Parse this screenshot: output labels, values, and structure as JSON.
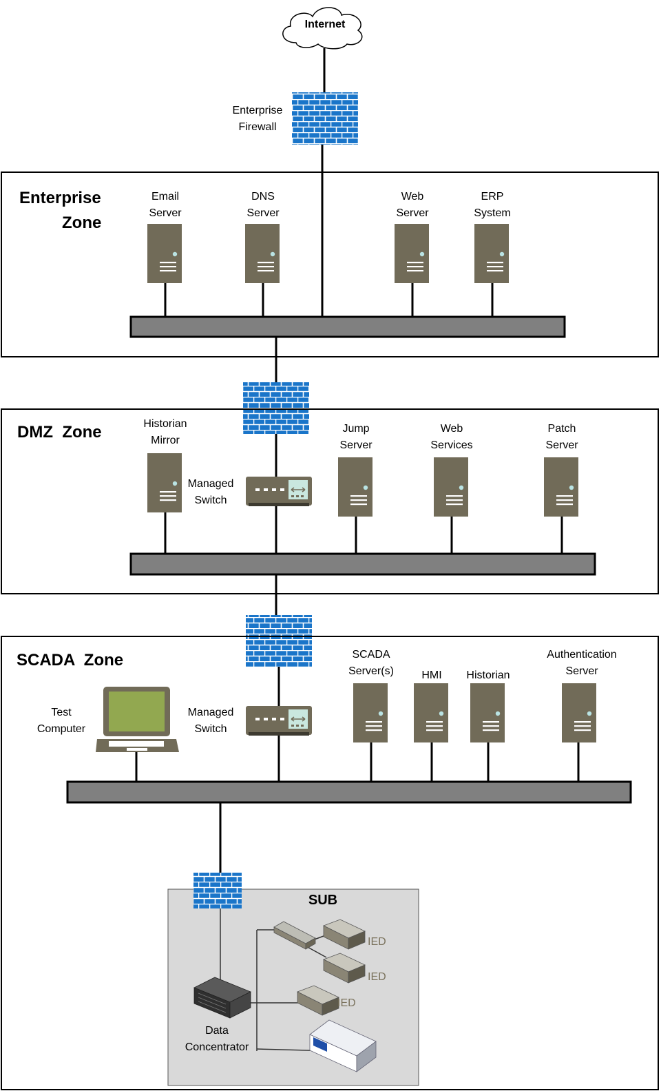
{
  "internet": "Internet",
  "enterprise_firewall": [
    "Enterprise",
    "Firewall"
  ],
  "zones": {
    "enterprise": [
      "Enterprise",
      "Zone"
    ],
    "dmz": "DMZ  Zone",
    "scada": "SCADA  Zone",
    "sub": "SUB"
  },
  "enterprise_servers": [
    [
      "Email",
      "Server"
    ],
    [
      "DNS",
      "Server"
    ],
    [
      "Web",
      "Server"
    ],
    [
      "ERP",
      "System"
    ]
  ],
  "dmz_servers": {
    "historian_mirror": [
      "Historian",
      "Mirror"
    ],
    "managed_switch": [
      "Managed",
      "Switch"
    ],
    "jump_server": [
      "Jump",
      "Server"
    ],
    "web_services": [
      "Web",
      "Services"
    ],
    "patch_server": [
      "Patch",
      "Server"
    ]
  },
  "scada_devices": {
    "test_computer": [
      "Test",
      "Computer"
    ],
    "managed_switch": [
      "Managed",
      "Switch"
    ],
    "scada_servers": [
      "SCADA",
      "Server(s)"
    ],
    "hmi": "HMI",
    "historian": "Historian",
    "authentication_server": [
      "Authentication",
      "Server"
    ]
  },
  "sub_devices": {
    "ied_labels": [
      "IED",
      "IED",
      "IED"
    ],
    "data_concentrator": [
      "Data",
      "Concentrator"
    ]
  },
  "colors": {
    "firewall_blue": "#1a75c9",
    "server_olive": "#716b58",
    "bus_gray": "#808080",
    "sub_background": "#d9d9d9",
    "laptop_screen": "#92a850"
  }
}
